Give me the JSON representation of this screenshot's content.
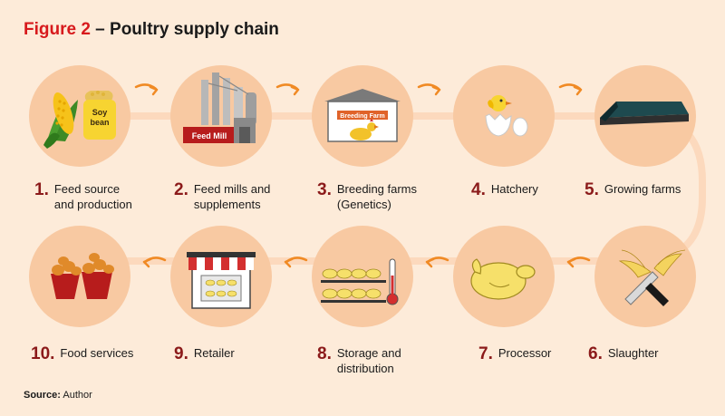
{
  "title": {
    "figure_label": "Figure 2",
    "text": " – Poultry supply chain"
  },
  "source": {
    "label": "Source:",
    "text": " Author"
  },
  "icon_text": {
    "soybean_line1": "Soy",
    "soybean_line2": "bean",
    "feed_mill": "Feed Mill",
    "breeding_farm": "Breeding Farm"
  },
  "steps": [
    {
      "num": "1.",
      "label_line1": "Feed source",
      "label_line2": "and production",
      "icon": "corn-soybean-icon"
    },
    {
      "num": "2.",
      "label_line1": "Feed mills and",
      "label_line2": "supplements",
      "icon": "feed-mill-icon"
    },
    {
      "num": "3.",
      "label_line1": "Breeding farms",
      "label_line2": "(Genetics)",
      "icon": "breeding-farm-icon"
    },
    {
      "num": "4.",
      "label_line1": "Hatchery",
      "label_line2": "",
      "icon": "hatching-chick-icon"
    },
    {
      "num": "5.",
      "label_line1": "Growing farms",
      "label_line2": "",
      "icon": "barn-icon"
    },
    {
      "num": "6.",
      "label_line1": "Slaughter",
      "label_line2": "",
      "icon": "winged-knife-icon"
    },
    {
      "num": "7.",
      "label_line1": "Processor",
      "label_line2": "",
      "icon": "whole-chicken-icon"
    },
    {
      "num": "8.",
      "label_line1": "Storage and",
      "label_line2": "distribution",
      "icon": "cold-storage-icon"
    },
    {
      "num": "9.",
      "label_line1": "Retailer",
      "label_line2": "",
      "icon": "store-icon"
    },
    {
      "num": "10.",
      "label_line1": "Food services",
      "label_line2": "",
      "icon": "fried-chicken-buckets-icon"
    }
  ],
  "colors": {
    "background": "#fdebd9",
    "circle": "#f8c9a2",
    "connector": "#fcd9bd",
    "arrow": "#f08a24",
    "number": "#8b1a1a",
    "title_accent": "#d7191c"
  }
}
